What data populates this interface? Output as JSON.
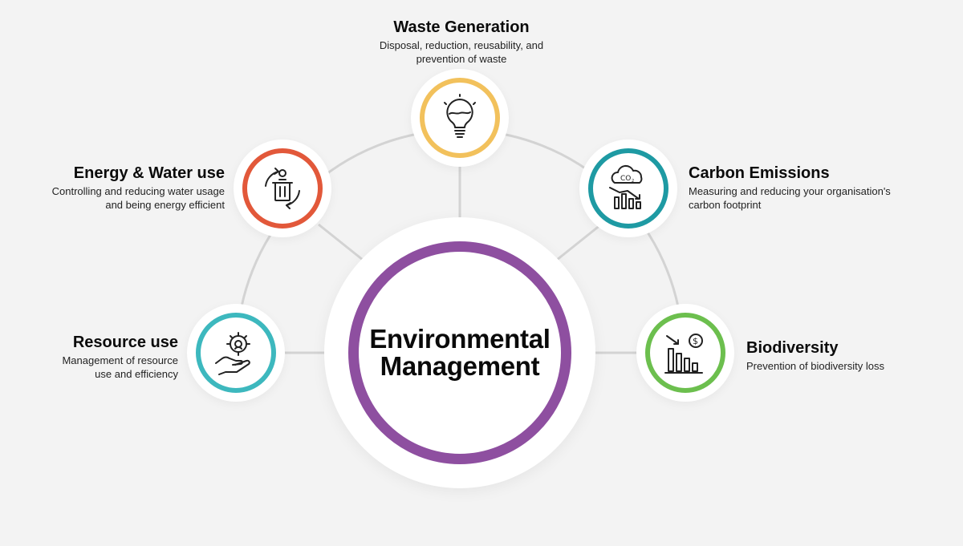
{
  "center": {
    "title_line1": "Environmental",
    "title_line2": "Management",
    "color": "#8e4fa0"
  },
  "nodes": [
    {
      "id": "waste",
      "title": "Waste Generation",
      "desc_line1": "Disposal, reduction, reusability, and",
      "desc_line2": "prevention of waste",
      "color": "#f2c15c",
      "icon": "lightbulb-icon"
    },
    {
      "id": "energy",
      "title": "Energy & Water use",
      "desc_line1": "Controlling and reducing water usage",
      "desc_line2": "and being energy efficient",
      "color": "#e2583a",
      "icon": "recycle-bin-icon"
    },
    {
      "id": "carbon",
      "title": "Carbon Emissions",
      "desc_line1": "Measuring and reducing your organisation's",
      "desc_line2": "carbon footprint",
      "color": "#1e9aa3",
      "icon": "co2-chart-icon"
    },
    {
      "id": "resource",
      "title": "Resource use",
      "desc_line1": "Management of resource",
      "desc_line2": "use and efficiency",
      "color": "#3db8be",
      "icon": "hand-gear-icon"
    },
    {
      "id": "bio",
      "title": "Biodiversity",
      "desc_line1": "Prevention of biodiversity loss",
      "desc_line2": "",
      "color": "#6cbf4e",
      "icon": "declining-bars-icon"
    }
  ]
}
